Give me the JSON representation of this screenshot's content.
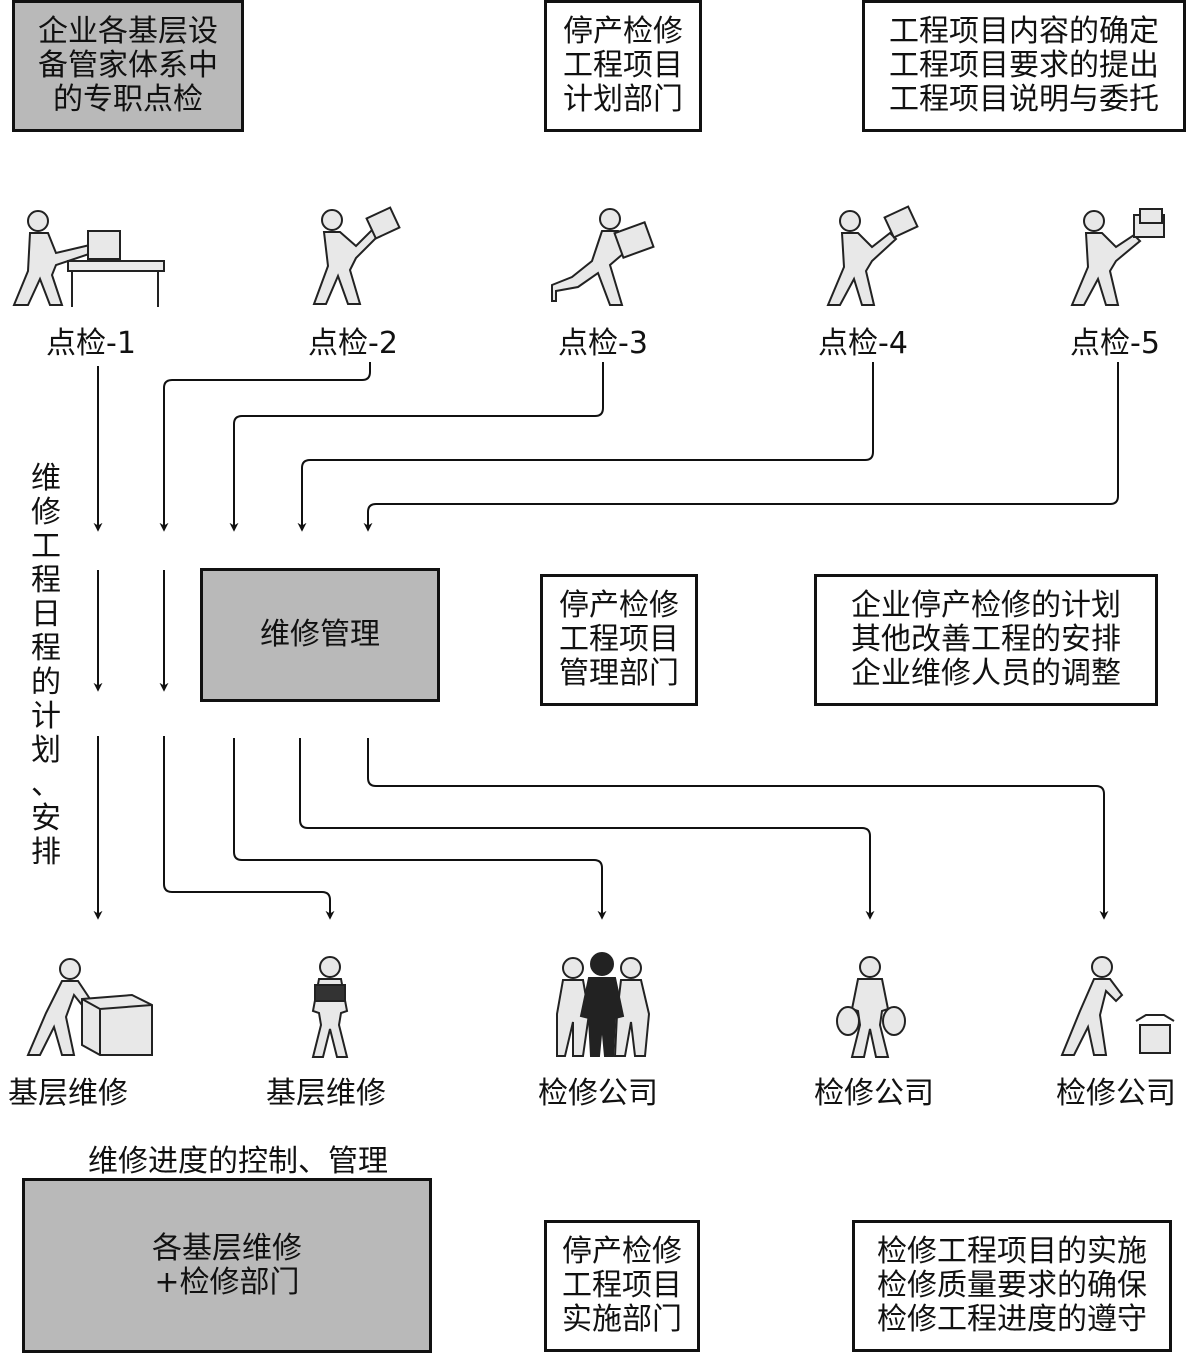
{
  "top_boxes": {
    "specialist": [
      "企业各基层设",
      "备管家体系中",
      "的专职点检"
    ],
    "planning_dept": [
      "停产检修",
      "工程项目",
      "计划部门"
    ],
    "planning_tasks": [
      "工程项目内容的确定",
      "工程项目要求的提出",
      "工程项目说明与委托"
    ]
  },
  "inspections": [
    "点检-1",
    "点检-2",
    "点检-3",
    "点检-4",
    "点检-5"
  ],
  "vertical_label": [
    "维",
    "修",
    "工",
    "程",
    "日",
    "程",
    "的",
    "计",
    "划",
    "、",
    "安",
    "排"
  ],
  "middle_boxes": {
    "maintenance_mgmt": "维修管理",
    "management_dept": [
      "停产检修",
      "工程项目",
      "管理部门"
    ],
    "management_tasks": [
      "企业停产检修的计划",
      "其他改善工程的安排",
      "企业维修人员的调整"
    ]
  },
  "executors": [
    "基层维修",
    "基层维修",
    "检修公司",
    "检修公司",
    "检修公司"
  ],
  "progress_label": "维修进度的控制、管理",
  "bottom_boxes": {
    "departments": [
      "各基层维修",
      "+检修部门"
    ],
    "implementation_dept": [
      "停产检修",
      "工程项目",
      "实施部门"
    ],
    "implementation_tasks": [
      "检修工程项目的实施",
      "检修质量要求的确保",
      "检修工程进度的遵守"
    ]
  }
}
